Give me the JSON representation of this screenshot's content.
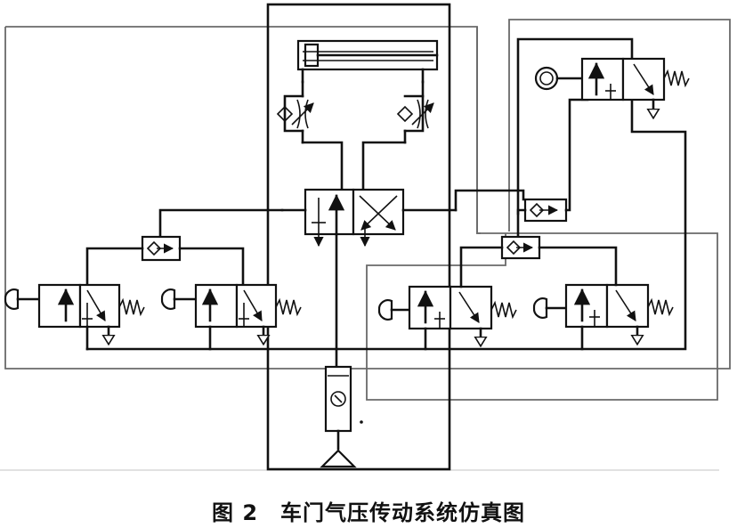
{
  "caption": "图 2　车门气压传动系统仿真图",
  "components": {
    "cylinder": "double-acting-cylinder",
    "throttles": [
      "one-way-throttle-valve-left",
      "one-way-throttle-valve-right"
    ],
    "main_valve": "double-pilot-4-way-2-position-valve",
    "shuttles": [
      "shuttle-valve-left",
      "shuttle-valve-right-upper",
      "shuttle-valve-right-lower"
    ],
    "manual_valves": [
      "manual-valve-1",
      "manual-valve-2",
      "manual-valve-3",
      "manual-valve-4"
    ],
    "roller_valve": "roller-3-2-valve",
    "source": "air-source-with-filter"
  },
  "colors": {
    "line": "#111111",
    "frame": "#6a6a6a",
    "background": "#ffffff"
  }
}
